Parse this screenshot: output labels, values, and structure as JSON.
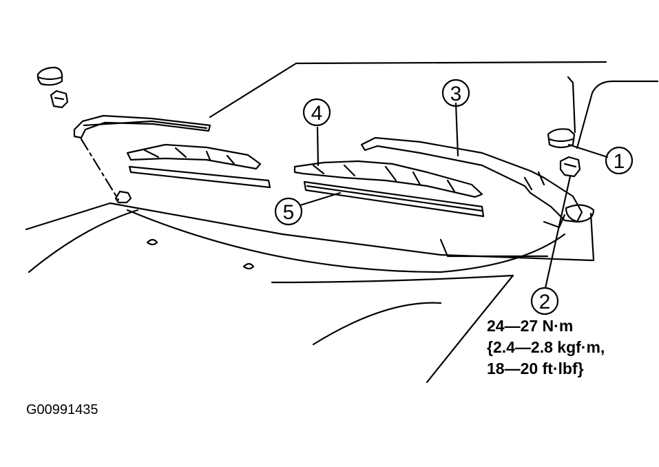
{
  "callouts": [
    {
      "number": "1",
      "part": "arm-cap"
    },
    {
      "number": "2",
      "part": "arm-nut"
    },
    {
      "number": "3",
      "part": "wiper-arm"
    },
    {
      "number": "4",
      "part": "wiper-blade"
    },
    {
      "number": "5",
      "part": "blade-rubber-insert"
    }
  ],
  "torque_spec": {
    "line1": "24—27 N·m",
    "line2": "{2.4—2.8 kgf·m,",
    "line3": "18—20 ft·lbf}"
  },
  "figure_code": "G00991435",
  "colors": {
    "ink": "#000000",
    "paper": "#ffffff"
  }
}
